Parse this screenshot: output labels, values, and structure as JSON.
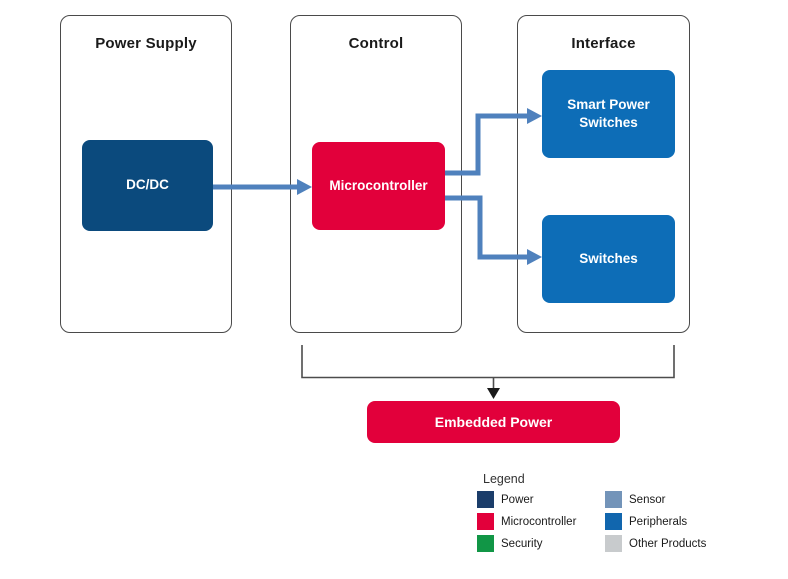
{
  "diagram": {
    "columns": [
      {
        "title": "Power Supply"
      },
      {
        "title": "Control"
      },
      {
        "title": "Interface"
      }
    ],
    "blocks": {
      "dcdc": {
        "label": "DC/DC",
        "color": "#0B4A7D"
      },
      "microcontroller": {
        "label": "Microcontroller",
        "color": "#E2003B"
      },
      "smart_power_switches": {
        "label": "Smart Power Switches",
        "color": "#0D6DB7"
      },
      "switches": {
        "label": "Switches",
        "color": "#0D6DB7"
      },
      "embedded_power": {
        "label": "Embedded Power",
        "color": "#E2003B"
      }
    },
    "colors": {
      "connector_blue": "#4F81BD",
      "bracket_gray": "#4D4D4D"
    }
  },
  "legend": {
    "title": "Legend",
    "items": [
      {
        "label": "Power",
        "color": "#1B3D6A"
      },
      {
        "label": "Microcontroller",
        "color": "#E2003B"
      },
      {
        "label": "Security",
        "color": "#119646"
      },
      {
        "label": "Sensor",
        "color": "#7394B9"
      },
      {
        "label": "Peripherals",
        "color": "#1166AE"
      },
      {
        "label": "Other Products",
        "color": "#C8CBCD"
      }
    ]
  }
}
